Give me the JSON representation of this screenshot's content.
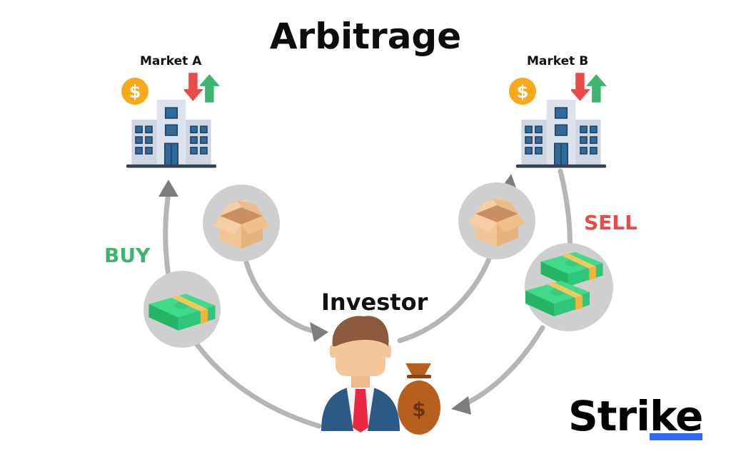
{
  "title": "Arbitrage",
  "markets": [
    {
      "label": "Market A"
    },
    {
      "label": "Market B"
    }
  ],
  "actions": {
    "buy": "BUY",
    "sell": "SELL"
  },
  "investor": {
    "label": "Investor"
  },
  "brand": {
    "prefix": "Stri",
    "suffix": "ke"
  },
  "colors": {
    "buy": "#3db56f",
    "sell": "#e94b4b",
    "coin": "#f7a81b",
    "arrow_down": "#e94b4b",
    "arrow_up": "#3db56f",
    "building": "#cfd6e2",
    "window": "#2f6a9b",
    "circle_bg": "#cfcfcf",
    "flow_arrow": "#8e8e8e",
    "cash": "#2fc57a",
    "box": "#f2c595",
    "suit": "#2b5a86",
    "tie": "#e8283e",
    "money_bag": "#b75f1f",
    "brand_accent": "#2f6bf2"
  },
  "icons": [
    "dollar-coin-icon",
    "price-down-arrow-icon",
    "price-up-arrow-icon",
    "building-icon",
    "cardboard-box-icon",
    "cash-stack-icon",
    "investor-avatar-icon",
    "money-bag-icon",
    "flow-arrow-icon"
  ]
}
